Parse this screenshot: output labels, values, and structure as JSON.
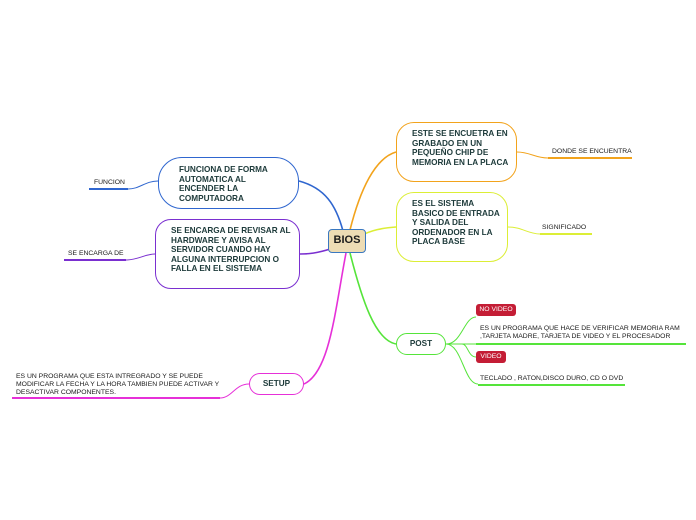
{
  "center": "BIOS",
  "nodes": {
    "function_desc": "FUNCIONA DE FORMA AUTOMATICA AL ENCENDER LA COMPUTADORA",
    "check_desc": "SE ENCARGA DE REVISAR AL HARDWARE Y AVISA AL SERVIDOR CUANDO HAY ALGUNA INTERRUPCION O FALLA EN EL SISTEMA",
    "location_desc": "ESTE SE ENCUETRA EN GRABADO EN UN PEQUEÑO CHIP DE MEMORIA EN LA PLACA",
    "meaning_desc": "ES EL SISTEMA BASICO DE ENTRADA Y SALIDA DEL ORDENADOR EN LA PLACA BASE",
    "post": "POST",
    "setup": "SETUP"
  },
  "labels": {
    "funcion": "FUNCION",
    "se_encarga_de": "SE ENCARGA DE",
    "donde": "DONDE SE ENCUENTRA",
    "significado": "SIGNIFICADO",
    "post_desc": "ES UN PROGRAMA QUE HACE DE VERIFICAR MEMORIA RAM ,TARJETA MADRE, TARJETA DE VIDEO Y EL  PROCESADOR",
    "video_desc": "TECLADO , RATON,DISCO DURO, CD O DVD",
    "setup_desc": "ES UN PROGRAMA QUE ESTA INTREGRADO Y SE PUEDE MODIFICAR LA FECHA Y LA HORA TAMBIEN PUEDE ACTIVAR Y DESACTIVAR COMPONENTES."
  },
  "tags": {
    "no_video": "NO VIDEO",
    "video": "VIDEO"
  },
  "colors": {
    "function_branch": "#2f66cf",
    "check_branch": "#7a2fd0",
    "location_branch": "#f2a31c",
    "meaning_branch": "#dcee36",
    "post_branch": "#55e43a",
    "setup_branch": "#e630d8",
    "tag_red": "#c41d35",
    "center_fill": "#eddcb4"
  }
}
